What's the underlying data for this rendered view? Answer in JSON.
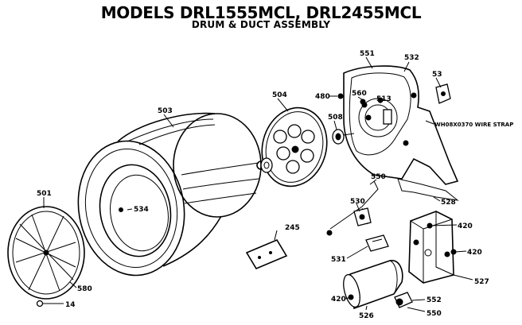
{
  "header": {
    "title": "MODELS DRL1555MCL, DRL2455MCL",
    "subtitle": "DRUM & DUCT ASSEMBLY"
  },
  "callouts": {
    "p501": "501",
    "p503": "503",
    "p504": "504",
    "p508": "508",
    "p480": "480",
    "p551": "551",
    "p532": "532",
    "p53": "53",
    "p560": "560",
    "p513": "513",
    "wire_strap": "WH08X0370 WIRE STRAP",
    "p528": "528",
    "p550_top": "550",
    "p530": "530",
    "p531": "531",
    "p534": "534",
    "p245": "245",
    "p420_a": "420",
    "p420_b": "420",
    "p420_c": "420",
    "p527": "527",
    "p552": "552",
    "p550_bottom": "550",
    "p526": "526",
    "p580": "580",
    "p14": "14"
  }
}
